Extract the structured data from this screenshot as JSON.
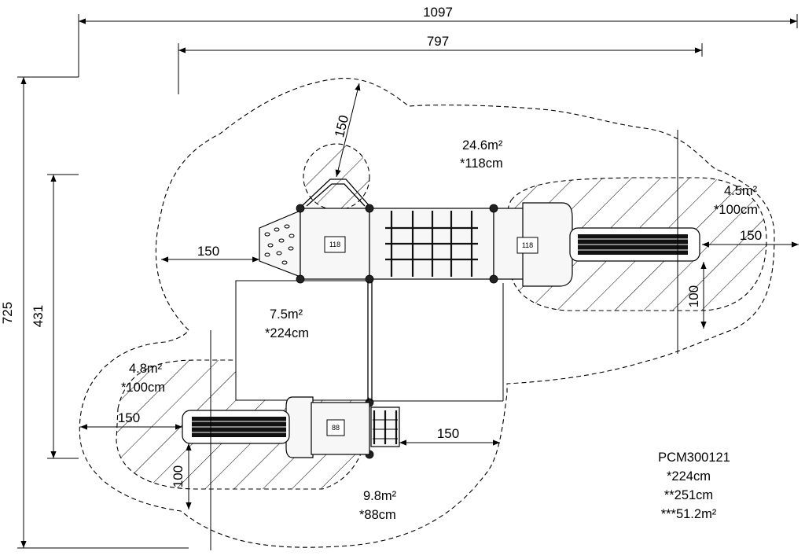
{
  "dimensions": {
    "total_width": "1097",
    "inner_width": "797",
    "total_height": "725",
    "inner_height": "431",
    "fall_top_left": "150",
    "fall_left": "150",
    "fall_right": "150",
    "fall_bottom_left": "150",
    "fall_bottom_mid": "150",
    "slide_right_exit": "100",
    "slide_left_exit": "100"
  },
  "areas": [
    {
      "area": "24.6m²",
      "height": "*118cm"
    },
    {
      "area": "4.5m²",
      "height": "*100cm"
    },
    {
      "area": "7.5m²",
      "height": "*224cm"
    },
    {
      "area": "4.8m²",
      "height": "*100cm"
    },
    {
      "area": "9.8m²",
      "height": "*88cm"
    }
  ],
  "deck_tags": {
    "left_platform": "118",
    "right_platform": "118",
    "low_platform": "88"
  },
  "product": {
    "code": "PCM300121",
    "line1": "*224cm",
    "line2": "**251cm",
    "line3": "***51.2m²"
  }
}
